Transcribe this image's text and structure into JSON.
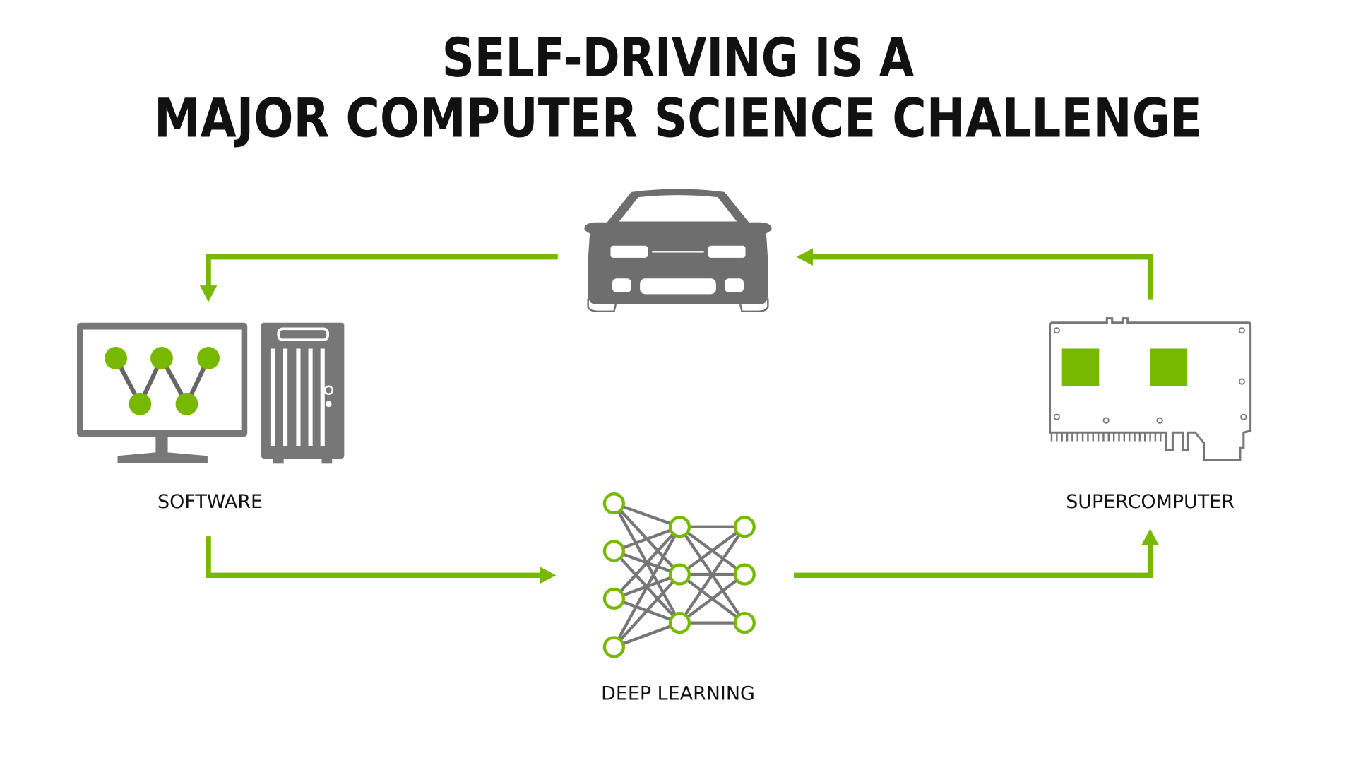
{
  "title": {
    "line1": "SELF-DRIVING IS A",
    "line2": "MAJOR COMPUTER SCIENCE CHALLENGE"
  },
  "nodes": {
    "software": "SOFTWARE",
    "deep_learning": "DEEP LEARNING",
    "supercomputer": "SUPERCOMPUTER"
  },
  "colors": {
    "accent": "#76b900",
    "icon_gray": "#777777"
  }
}
